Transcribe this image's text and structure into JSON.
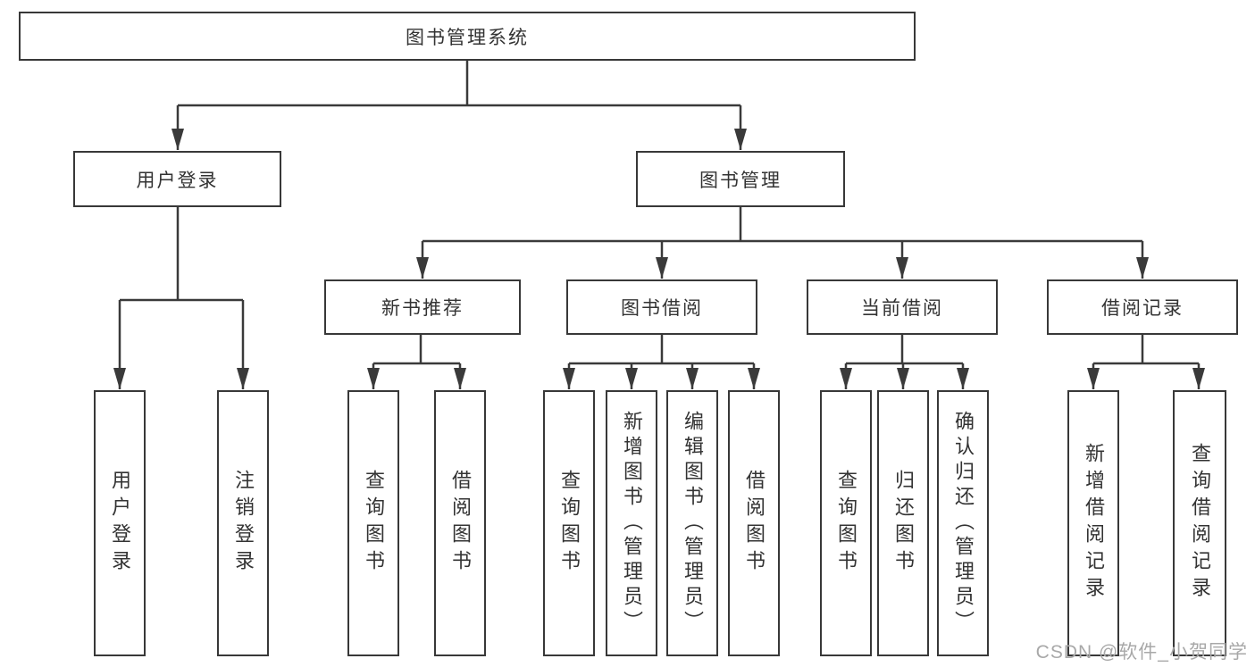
{
  "diagram": {
    "root_label": "图书管理系统",
    "level2_labels": [
      "用户登录",
      "图书管理"
    ],
    "level3_labels": [
      "新书推荐",
      "图书借阅",
      "当前借阅",
      "借阅记录"
    ],
    "leaf_labels": [
      "用户登录",
      "注销登录",
      "查询图书",
      "借阅图书",
      "查询图书",
      "新增图书（管理员）",
      "编辑图书（管理员）",
      "借阅图书",
      "查询图书",
      "归还图书",
      "确认归还（管理员）",
      "新增借阅记录",
      "查询借阅记录"
    ]
  },
  "watermark": "CSDN @软件_小贺同学",
  "colors": {
    "line": "#3a3a3a",
    "box_border": "#383838",
    "text": "#333333",
    "watermark": "#a8a8a8",
    "background": "#ffffff"
  }
}
